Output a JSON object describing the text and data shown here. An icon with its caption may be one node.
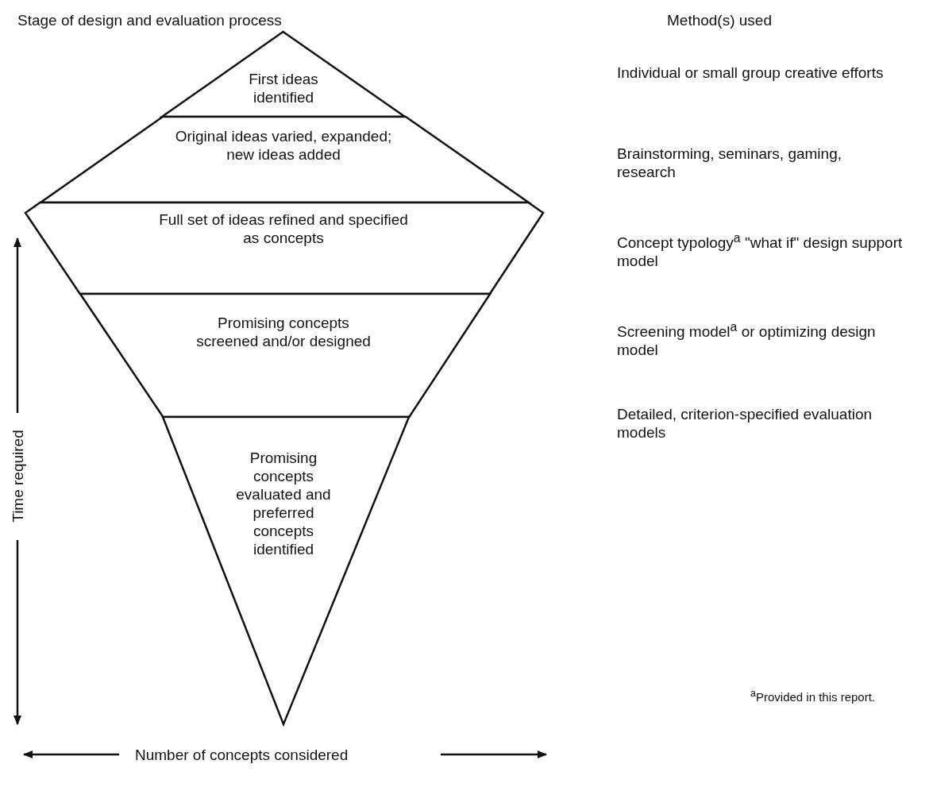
{
  "diagram": {
    "nodes": [
      {
        "text": [
          "First ideas identified"
        ]
      },
      {
        "text": [
          "Original ideas varied, expanded; new ideas added"
        ]
      },
      {
        "text": [
          "Full set of ideas refined and specified as concepts"
        ]
      },
      {
        "text": [
          "Promising concepts screened and/or designed"
        ]
      },
      {
        "text": [
          "Promising concepts evaluated and preferred concepts identified"
        ]
      }
    ],
    "labels": [
      "Stage of design and evaluation process",
      "Method(s) used",
      "Individual or small group creative efforts",
      "Brainstorming, seminars, gaming, research",
      "Concept typology$^{a}$ \"what if\" design support model",
      "Screening model$^{a}$ or optimizing design model",
      "Detailed, criterion-specified evaluation models",
      "Time required",
      "$^{a}$Provided in this report.",
      "Number of concepts considered"
    ]
  }
}
